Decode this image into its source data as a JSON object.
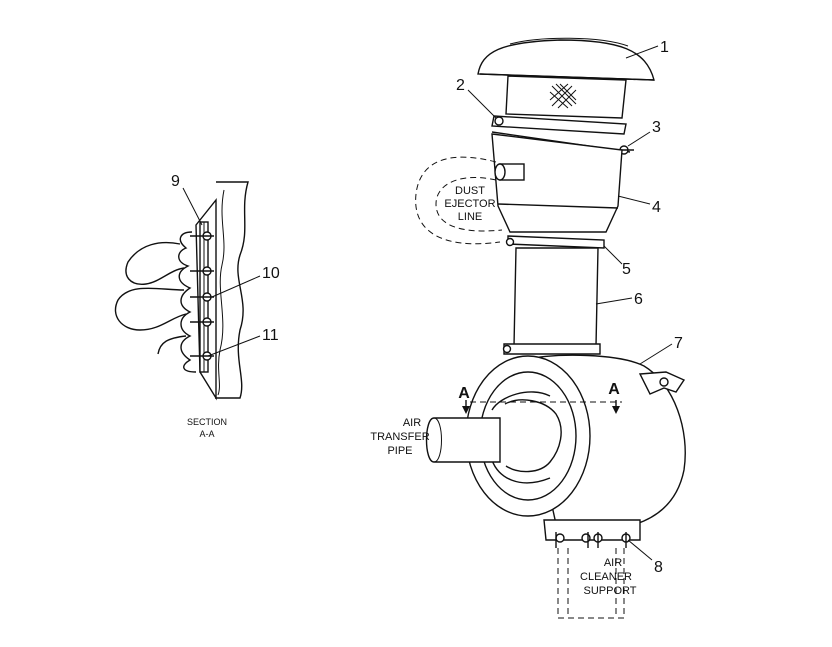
{
  "callouts": {
    "c1": "1",
    "c2": "2",
    "c3": "3",
    "c4": "4",
    "c5": "5",
    "c6": "6",
    "c7": "7",
    "c8": "8",
    "c9": "9",
    "c10": "10",
    "c11": "11"
  },
  "labels": {
    "dust_ejector": [
      "DUST",
      "EJECTOR",
      "LINE"
    ],
    "air_transfer": [
      "AIR",
      "TRANSFER",
      "PIPE"
    ],
    "air_cleaner_support": [
      "AIR",
      "CLEANER",
      "SUPPORT"
    ],
    "section": [
      "SECTION",
      "A-A"
    ],
    "section_marker_left": "A",
    "section_marker_right": "A"
  }
}
